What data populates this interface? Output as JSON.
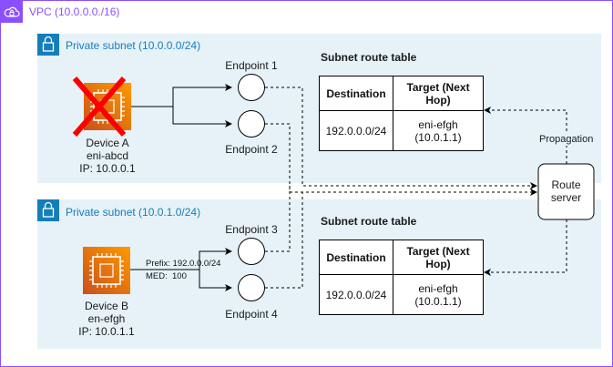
{
  "vpc": {
    "title": "VPC (10.0.0.0./16)",
    "border_color": "#8c4fff"
  },
  "subnets": [
    {
      "title": "Private subnet (10.0.0.0/24)",
      "fill": "#e6f2f8",
      "accent": "#147eba"
    },
    {
      "title": "Private subnet (10.0.1.0/24)",
      "fill": "#e6f2f8",
      "accent": "#147eba"
    }
  ],
  "devices": [
    {
      "name": "Device A",
      "eni": "eni-abcd",
      "ip": "IP: 10.0.0.1",
      "failed": true,
      "icon": "ec2-instance-icon"
    },
    {
      "name": "Device B",
      "eni": "en-efgh",
      "ip": "IP: 10.0.1.1",
      "failed": false,
      "icon": "ec2-instance-icon"
    }
  ],
  "endpoints": [
    "Endpoint 1",
    "Endpoint 2",
    "Endpoint 3",
    "Endpoint 4"
  ],
  "route_tables": [
    {
      "title": "Subnet route table",
      "headers": [
        "Destination",
        "Target (Next Hop)"
      ],
      "row": [
        "192.0.0.0/24",
        "eni-efgh (10.0.1.1)"
      ]
    },
    {
      "title": "Subnet route table",
      "headers": [
        "Destination",
        "Target (Next Hop)"
      ],
      "row": [
        "192.0.0.0/24",
        "eni-efgh (10.0.1.1)"
      ]
    }
  ],
  "route_server": {
    "label": "Route server"
  },
  "propagation_label": "Propagation",
  "advertisement": {
    "prefix": "Prefix: 192.0.0.0/24",
    "med": "MED:  100"
  },
  "colors": {
    "ec2_orange_dark": "#c8511b",
    "ec2_orange_light": "#ff9900",
    "failure_red": "#ff0000"
  }
}
